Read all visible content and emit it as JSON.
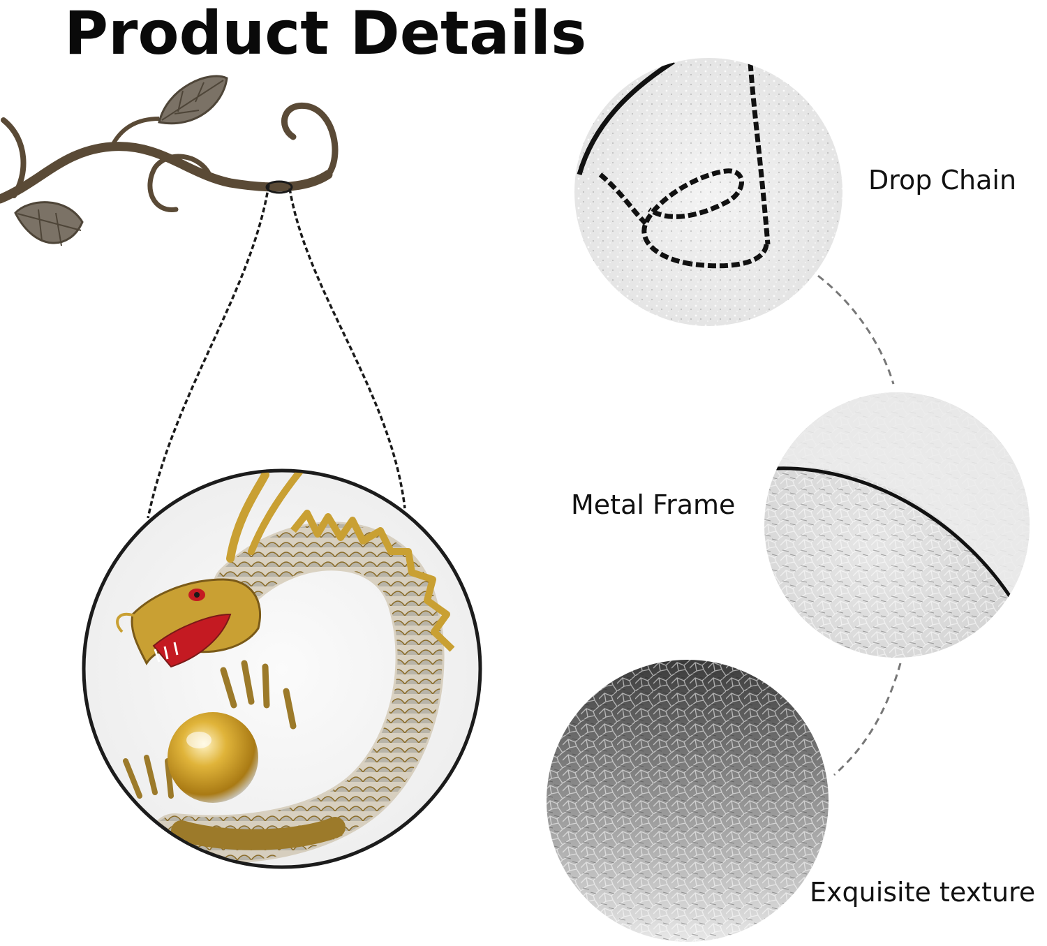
{
  "title": "Product Details",
  "features": {
    "chain": {
      "label": "Drop Chain",
      "icon": "chain-closeup"
    },
    "frame": {
      "label": "Metal Frame",
      "icon": "frame-closeup"
    },
    "texture": {
      "label": "Exquisite texture",
      "icon": "texture-closeup"
    }
  },
  "product": {
    "icon": "dragon-suncatcher",
    "hook_icon": "leaf-branch-hook"
  },
  "colors": {
    "text": "#111111",
    "gold": "#c9a033",
    "metal": "#5a4a36",
    "chain": "#1a1a1a",
    "dragon_red": "#c41a22"
  }
}
